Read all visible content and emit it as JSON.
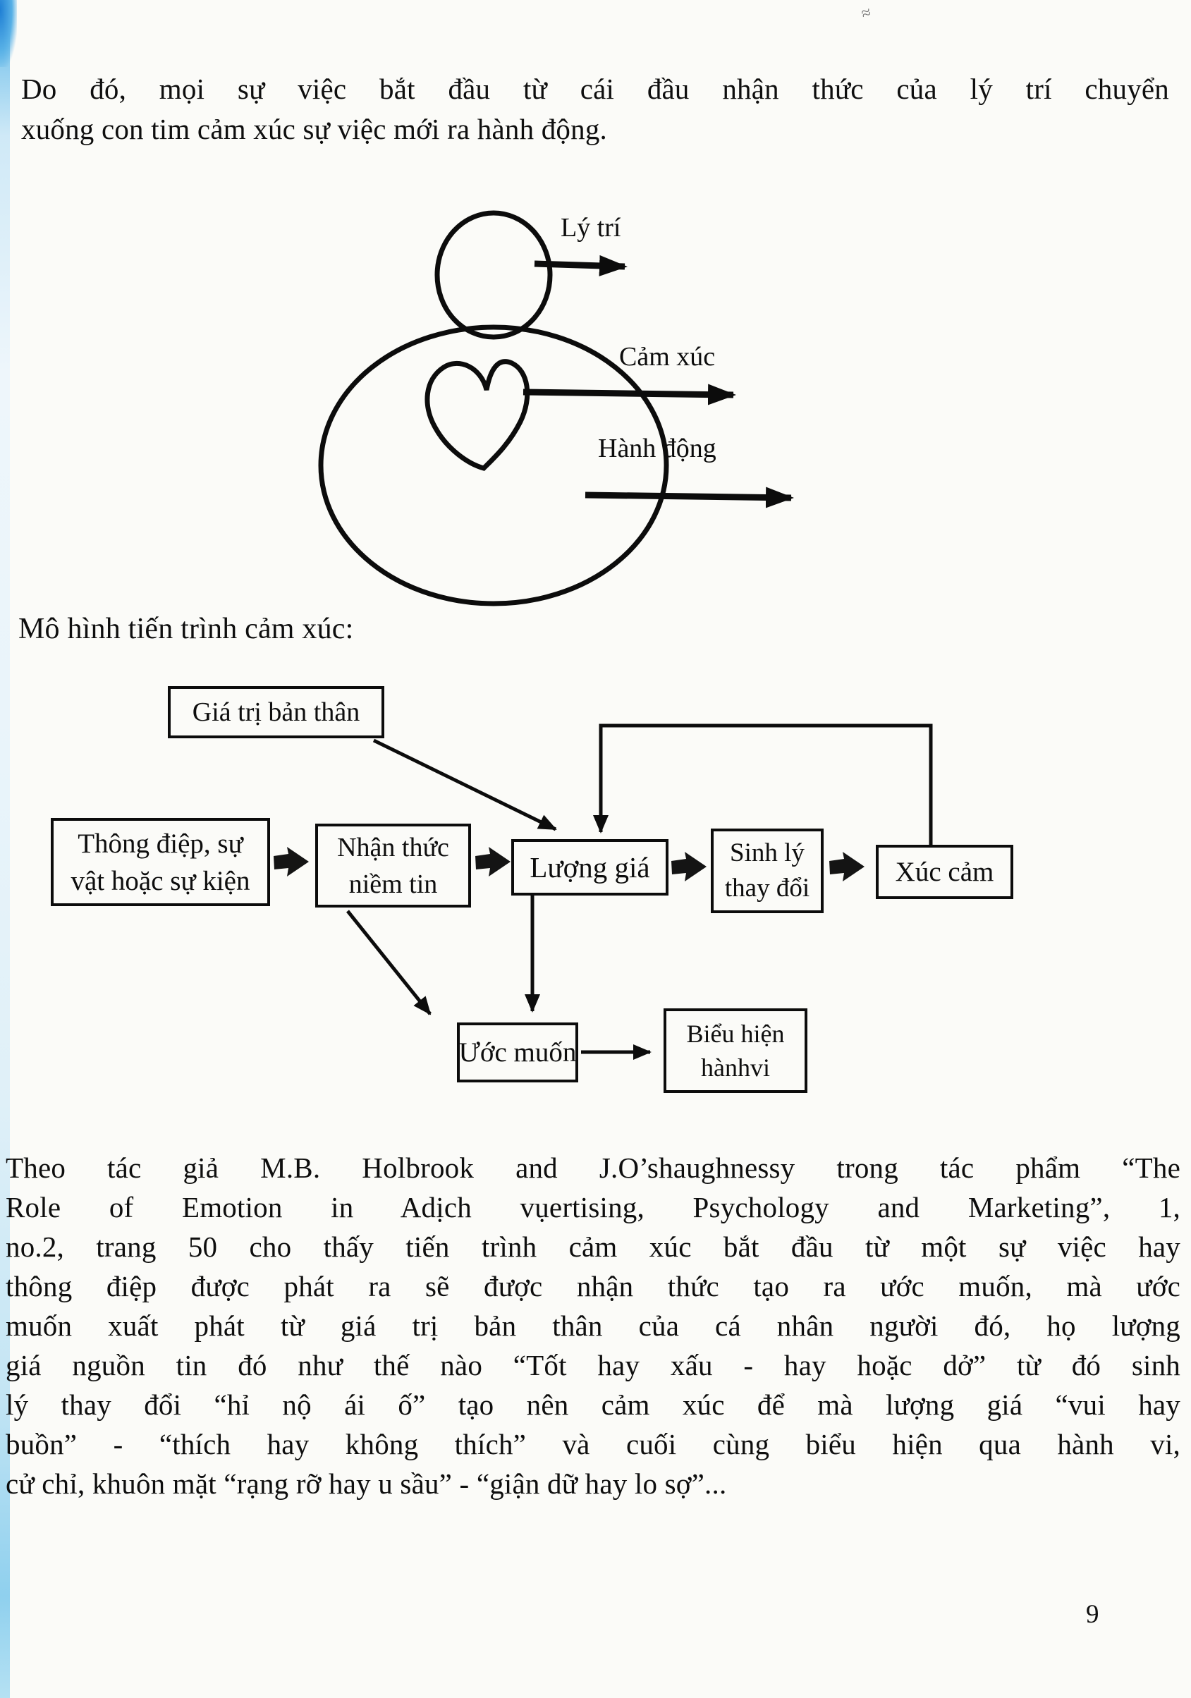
{
  "paragraph1": {
    "line1": "Do đó, mọi sự việc bắt đầu từ cái đầu nhận thức của lý trí chuyển",
    "line2": "xuống con tim cảm xúc sự việc mới ra hành động."
  },
  "figure": {
    "label_reason": "Lý trí",
    "label_emotion": "Cảm xúc",
    "label_action": "Hành động"
  },
  "heading": "Mô hình tiến trình cảm xúc:",
  "flowchart": {
    "self_value": "Giá trị bản thân",
    "message_line1": "Thông điệp, sự",
    "message_line2": "vật hoặc sự kiện",
    "belief_line1": "Nhận thức",
    "belief_line2": "niềm tin",
    "evaluate": "Lượng giá",
    "physio_line1": "Sinh lý",
    "physio_line2": "thay đổi",
    "emotion": "Xúc cảm",
    "desire": "Ước muốn",
    "behavior_line1": "Biểu hiện",
    "behavior_line2": "hànhvi"
  },
  "paragraph2": {
    "lines": [
      "Theo tác giả M.B. Holbrook and J.O’shaughnessy trong tác phẩm “The",
      "Role of Emotion in Adịch vụertising, Psychology and Marketing”, 1,",
      "no.2, trang 50 cho thấy tiến trình cảm xúc bắt đầu từ một sự việc hay",
      "thông điệp được phát ra sẽ được nhận thức tạo ra ước muốn, mà ước",
      "muốn xuất phát từ giá trị bản thân của cá nhân người đó, họ lượng",
      "giá nguồn tin đó như thế nào “Tốt hay xấu - hay hoặc dở” từ đó sinh",
      "lý thay đổi “hỉ nộ ái ố” tạo nên cảm xúc để mà lượng giá “vui hay",
      "buồn” - “thích hay không thích” và cuối cùng biểu hiện qua hành vi,",
      "cử chỉ, khuôn mặt “rạng rỡ hay u sầu” - “giận dữ hay lo sợ”..."
    ]
  },
  "page_number": "9",
  "artifact_mark": "≈"
}
